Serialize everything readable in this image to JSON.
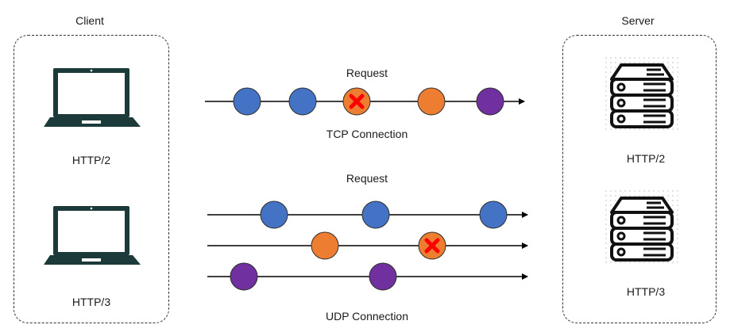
{
  "client": {
    "title": "Client",
    "devices": [
      {
        "label": "HTTP/2",
        "icon": "laptop-icon"
      },
      {
        "label": "HTTP/3",
        "icon": "laptop-icon"
      }
    ]
  },
  "server": {
    "title": "Server",
    "devices": [
      {
        "label": "HTTP/2",
        "icon": "server-icon"
      },
      {
        "label": "HTTP/3",
        "icon": "server-icon"
      }
    ]
  },
  "tcp": {
    "top_label": "Request",
    "bottom_label": "TCP Connection",
    "packets": [
      "blue",
      "blue",
      "orange-lost",
      "orange",
      "purple"
    ]
  },
  "udp": {
    "top_label": "Request",
    "bottom_label": "UDP Connection",
    "streams": [
      [
        "blue",
        "blue",
        "blue"
      ],
      [
        "orange",
        "orange-lost"
      ],
      [
        "purple",
        "purple"
      ]
    ]
  },
  "colors": {
    "blue": "#4472c4",
    "orange": "#ed7d31",
    "purple": "#7030a0",
    "lost_mark": "#ff0000",
    "icon_dark": "#1d3a3a"
  }
}
